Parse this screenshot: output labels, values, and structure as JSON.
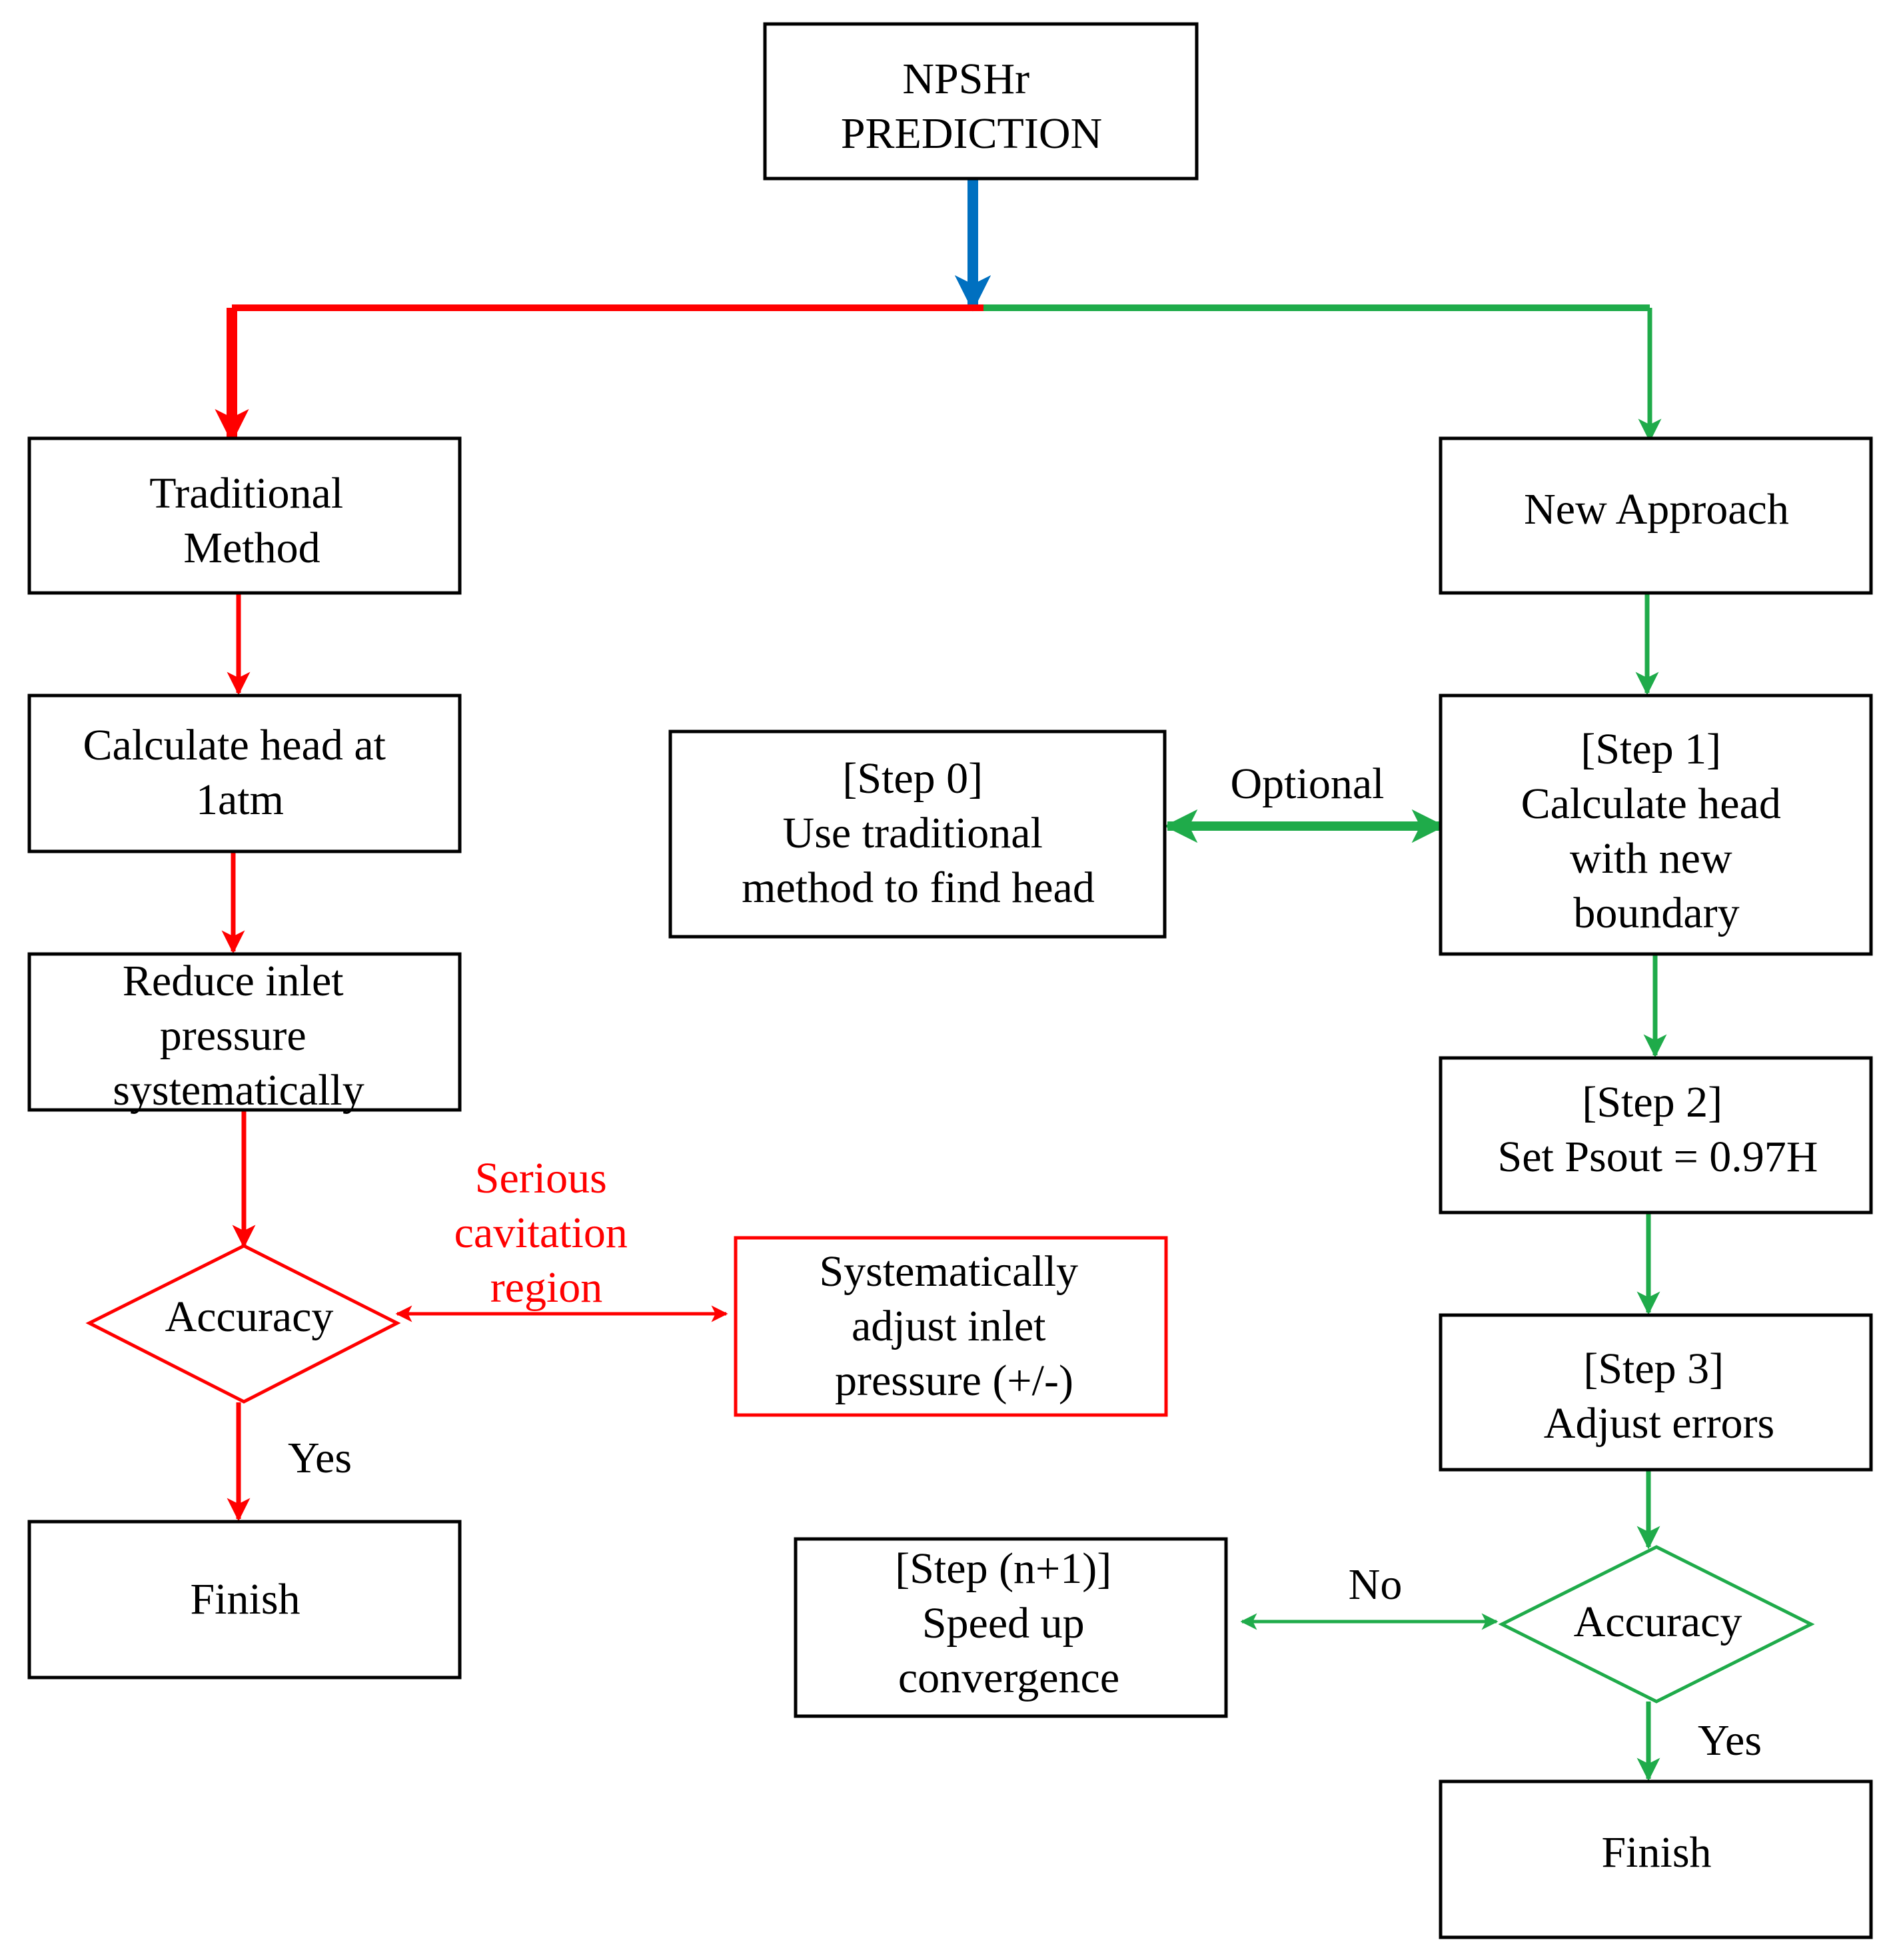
{
  "colors": {
    "black": "#000000",
    "red": "#ff0000",
    "green": "#1fab4a",
    "blue": "#0070c0"
  },
  "nodes": {
    "npshr": {
      "lines": [
        "NPSHr",
        "PREDICTION"
      ]
    },
    "traditional": {
      "lines": [
        "Traditional",
        "Method"
      ]
    },
    "calc_1atm": {
      "lines": [
        "Calculate head at",
        "1atm"
      ]
    },
    "reduce_inlet": {
      "lines": [
        "Reduce inlet",
        "pressure",
        "systematically"
      ]
    },
    "accuracy_left": {
      "lines": [
        "Accuracy"
      ]
    },
    "finish_left": {
      "lines": [
        "Finish"
      ]
    },
    "adjust_inlet": {
      "lines": [
        "Systematically",
        "adjust inlet",
        "pressure (+/-)"
      ]
    },
    "new_approach": {
      "lines": [
        "New Approach"
      ]
    },
    "step0": {
      "lines": [
        "[Step 0]",
        "Use traditional",
        "method to find head"
      ]
    },
    "step1": {
      "lines": [
        "[Step 1]",
        "Calculate head",
        "with new",
        "boundary"
      ]
    },
    "step2": {
      "lines": [
        "[Step 2]",
        "Set Psout = 0.97H"
      ]
    },
    "step3": {
      "lines": [
        "[Step 3]",
        "Adjust errors"
      ]
    },
    "accuracy_right": {
      "lines": [
        "Accuracy"
      ]
    },
    "step_n1": {
      "lines": [
        "[Step (n+1)]",
        "Speed up",
        "convergence"
      ]
    },
    "finish_right": {
      "lines": [
        "Finish"
      ]
    }
  },
  "edge_labels": {
    "optional": "Optional",
    "serious": [
      "Serious",
      "cavitation",
      "region"
    ],
    "yes_left": "Yes",
    "no_right": "No",
    "yes_right": "Yes"
  }
}
